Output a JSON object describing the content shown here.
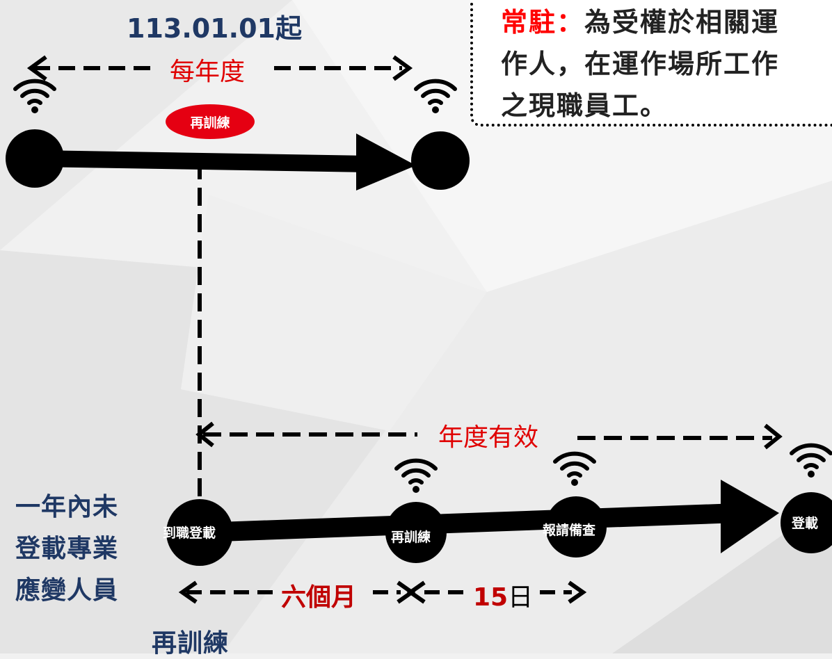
{
  "annual_section": {
    "date_label": "113.01.01起",
    "span_label": "每年度",
    "event_label": "再訓練"
  },
  "note": {
    "keyword": "常駐：",
    "lines": [
      "為受權於相關運",
      "作人，在運作場所工作",
      "之現職員工。"
    ]
  },
  "lower_section": {
    "validity_label": "年度有效",
    "side_label_lines": [
      "一年內未",
      "登載專業",
      "應變人員"
    ],
    "nodes": [
      "到職登載",
      "再訓練",
      "報請備查",
      "登載"
    ],
    "span1": "六個月",
    "span2_number": "15",
    "span2_unit": "日",
    "bottom_label": "再訓練"
  },
  "colors": {
    "navy_text": "#1f3864",
    "red_text": "#e00000",
    "dark_red_text": "#c00000",
    "pill_red": "#e50012"
  }
}
